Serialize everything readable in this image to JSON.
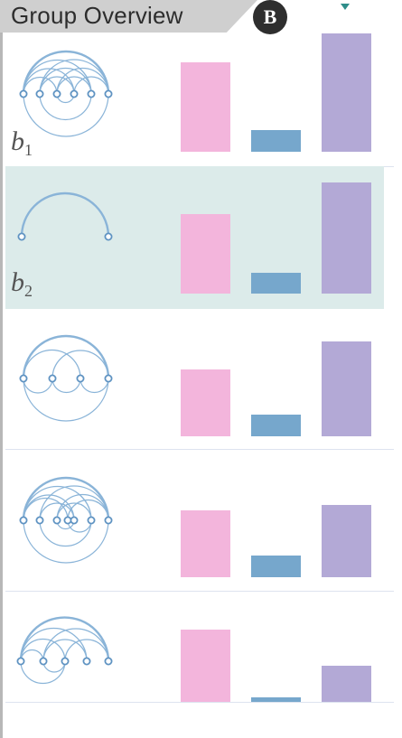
{
  "header": {
    "title": "Group Overview",
    "badge": "B"
  },
  "colors": {
    "bar_pink": "#f3b5dc",
    "bar_blue": "#76a7cc",
    "bar_purple": "#b3a9d6",
    "arc": "#8ab4d8",
    "highlight": "#dcebea"
  },
  "rows": [
    {
      "label": "b",
      "sub": "1",
      "highlight": false,
      "values": [
        0.74,
        0.18,
        0.98
      ]
    },
    {
      "label": "b",
      "sub": "2",
      "highlight": true,
      "values": [
        0.66,
        0.17,
        0.92
      ]
    },
    {
      "label": "",
      "sub": "",
      "highlight": false,
      "values": [
        0.55,
        0.18,
        0.78
      ]
    },
    {
      "label": "",
      "sub": "",
      "highlight": false,
      "values": [
        0.55,
        0.18,
        0.6
      ]
    },
    {
      "label": "",
      "sub": "",
      "highlight": false,
      "values": [
        0.6,
        0.04,
        0.3
      ]
    }
  ]
}
